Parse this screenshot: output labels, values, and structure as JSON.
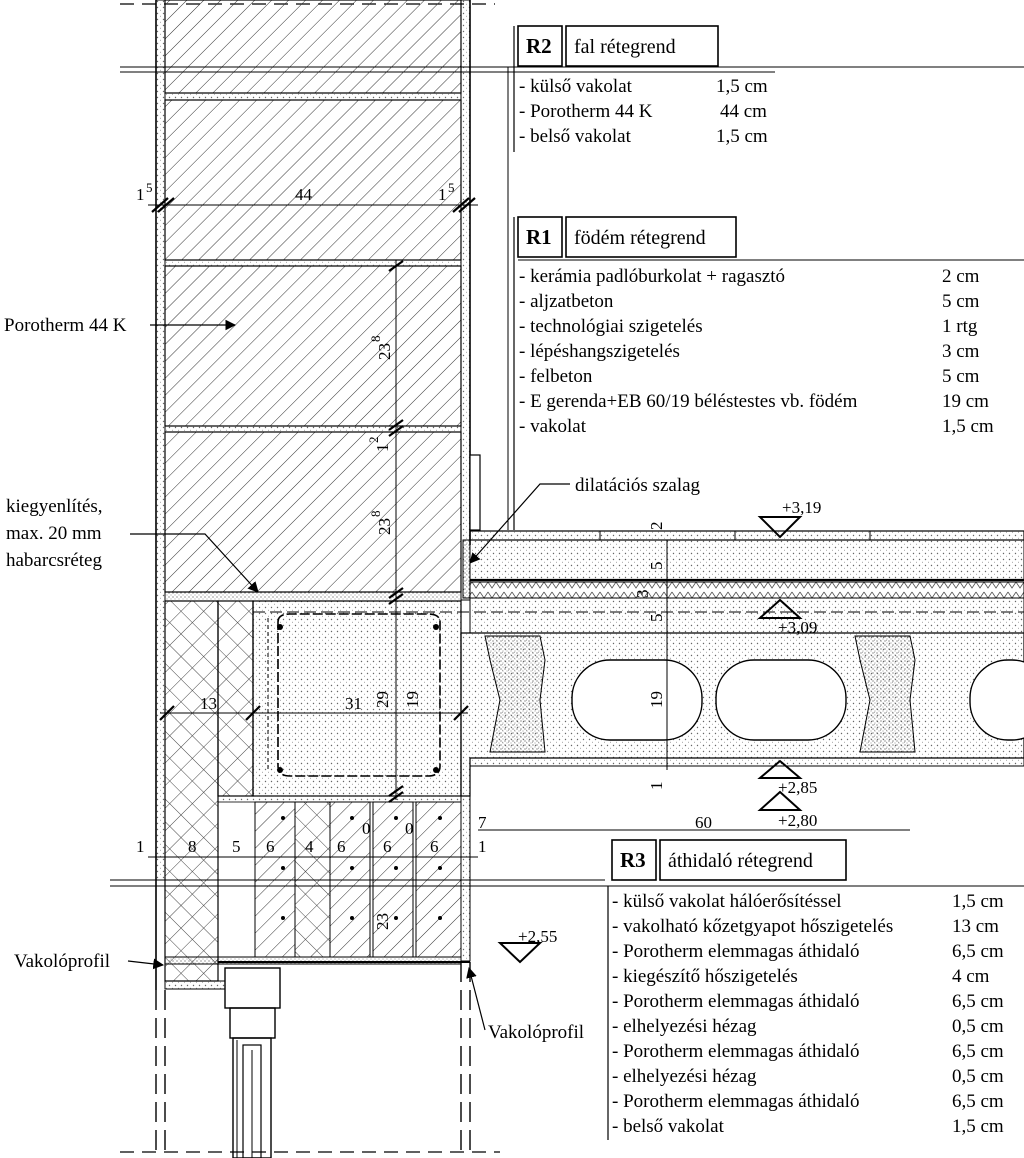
{
  "tables": {
    "r2": {
      "code": "R2",
      "title": "fal rétegrend",
      "rows": [
        {
          "name": "- külső vakolat",
          "value": "1,5 cm"
        },
        {
          "name": "- Porotherm 44 K",
          "value": "44 cm"
        },
        {
          "name": "- belső vakolat",
          "value": "1,5 cm"
        }
      ]
    },
    "r1": {
      "code": "R1",
      "title": "födém rétegrend",
      "rows": [
        {
          "name": "- kerámia padlóburkolat + ragasztó",
          "value": "2 cm"
        },
        {
          "name": "- aljzatbeton",
          "value": "5 cm"
        },
        {
          "name": "- technológiai szigetelés",
          "value": "1 rtg"
        },
        {
          "name": "- lépéshangszigetelés",
          "value": "3 cm"
        },
        {
          "name": "- felbeton",
          "value": "5 cm"
        },
        {
          "name": "- E gerenda+EB 60/19 béléstestes vb. födém",
          "value": "19 cm"
        },
        {
          "name": "- vakolat",
          "value": "1,5 cm"
        }
      ]
    },
    "r3": {
      "code": "R3",
      "title": "áthidaló rétegrend",
      "rows": [
        {
          "name": "- külső vakolat hálóerősítéssel",
          "value": "1,5 cm"
        },
        {
          "name": "- vakolható kőzetgyapot hőszigetelés",
          "value": "13 cm"
        },
        {
          "name": "- Porotherm elemmagas áthidaló",
          "value": "6,5 cm"
        },
        {
          "name": "- kiegészítő hőszigetelés",
          "value": "4 cm"
        },
        {
          "name": "- Porotherm elemmagas áthidaló",
          "value": "6,5 cm"
        },
        {
          "name": "- elhelyezési hézag",
          "value": "0,5 cm"
        },
        {
          "name": "- Porotherm elemmagas áthidaló",
          "value": "6,5 cm"
        },
        {
          "name": "- elhelyezési hézag",
          "value": "0,5 cm"
        },
        {
          "name": "- Porotherm elemmagas áthidaló",
          "value": "6,5 cm"
        },
        {
          "name": "- belső vakolat",
          "value": "1,5 cm"
        }
      ]
    }
  },
  "callouts": {
    "porotherm": "Porotherm 44 K",
    "kiegyenlites_1": "kiegyenlítés,",
    "kiegyenlites_2": "max. 20 mm",
    "kiegyenlites_3": "habarcsréteg",
    "dilatacios": "dilatációs szalag",
    "vakoloprofil_left": "Vakolóprofil",
    "vakoloprofil_right": "Vakolóprofil"
  },
  "levels": {
    "l319": "+3,19",
    "l309": "+3,09",
    "l285": "+2,85",
    "l280": "+2,80",
    "l255": "+2,55"
  },
  "dimensions": {
    "wall_outer": "1",
    "wall_core": "44",
    "wall_inner": "1",
    "sup5": "5",
    "brick_h1": "23",
    "sup8": "8",
    "joint": "1",
    "sup2": "2",
    "brick_h2": "23",
    "ins13": "13",
    "beam31": "31",
    "beam29": "29",
    "beam19": "19",
    "floor19": "19",
    "floor_plaster": "1",
    "tile2": "2",
    "screed5": "5",
    "acoustic3": "3",
    "topping5": "5",
    "seg8": "8",
    "seg5": "5",
    "seg6a": "6",
    "seg4": "4",
    "seg6b": "6",
    "seg0a": "0",
    "seg6c": "6",
    "seg0b": "0",
    "seg6d": "6",
    "seg7": "7",
    "span60": "60",
    "lintel_h": "23",
    "small5": "5",
    "small1": "1"
  }
}
